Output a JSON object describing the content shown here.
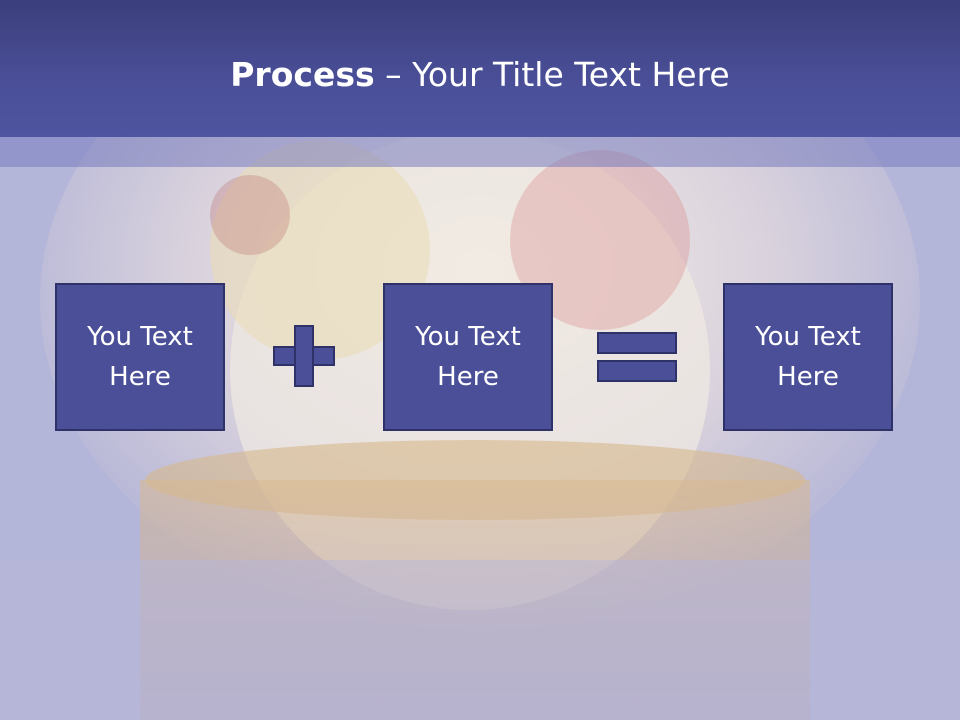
{
  "slide": {
    "title_strong": "Process",
    "title_rest": " – Your Title Text Here"
  },
  "boxes": [
    {
      "label": "You Text\nHere"
    },
    {
      "label": "You Text\nHere"
    },
    {
      "label": "You Text\nHere"
    }
  ],
  "operators": {
    "first": "plus-icon",
    "second": "equals-icon"
  },
  "colors": {
    "accent": "#4a4f98",
    "border": "#2e3268",
    "title_band": "#3c3f7c",
    "text": "#ffffff"
  }
}
